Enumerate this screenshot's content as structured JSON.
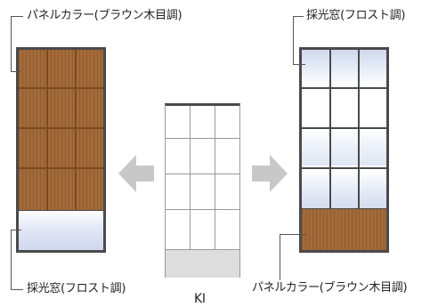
{
  "left_door": {
    "panel_label": "パネルカラー(ブラウン木目調)",
    "window_label": "採光窓(フロスト調)"
  },
  "center_door": {
    "caption": "KI"
  },
  "right_door": {
    "window_label": "採光窓(フロスト調)",
    "panel_label": "パネルカラー(ブラウン木目調)"
  },
  "colors": {
    "wood": "#a36a3a",
    "wood_dark": "#7a4a22",
    "frosted": "#e6ecf7",
    "frame": "#4a4a4a",
    "white_panel": "#ffffff",
    "gray_base": "#dddddd",
    "arrow": "#c8c8c8"
  },
  "icons": [
    "arrow-left-icon",
    "arrow-right-icon"
  ]
}
